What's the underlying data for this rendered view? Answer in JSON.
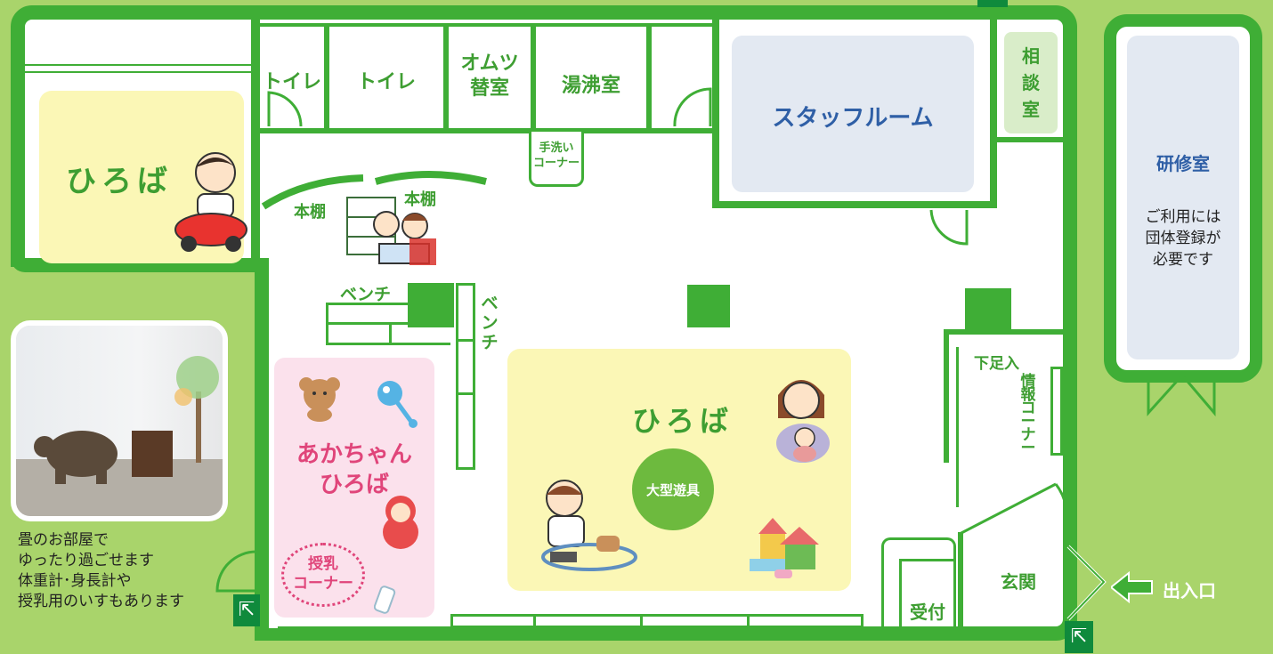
{
  "colors": {
    "background": "#a9d46b",
    "wall": "#3fae36",
    "floor": "#ffffff",
    "play_area": "#fbf7b6",
    "baby_area": "#fbe1ec",
    "staff_room": "#e3e9f2",
    "label_green": "#3e9e32",
    "label_blue": "#2f5fa6",
    "label_pink": "#e0457a"
  },
  "rooms": {
    "toilet_1": "トイレ",
    "toilet_2": "トイレ",
    "diaper_room": "オムツ\n替室",
    "kitchenette": "湯沸室",
    "hand_wash": "手洗い\nコーナー",
    "bookshelf_1": "本棚",
    "bookshelf_2": "本棚",
    "bench_1": "ベンチ",
    "bench_2": "ベンチ",
    "playroom_left": "ひろば",
    "playroom_main": "ひろば",
    "baby_room": "あかちゃん\nひろば",
    "nursing_corner": "授乳\nコーナー",
    "play_equipment": "大型遊具",
    "staff_room": "スタッフルーム",
    "consult_room": "相\n談\n室",
    "training_room": "研修室",
    "training_note": "ご利用には\n団体登録が\n必要です",
    "shoe_box": "下足入",
    "info_corner": "情\n報\nコ\nー\nナ\nー",
    "entrance": "玄関",
    "reception": "受付",
    "exit_label": "出入口"
  },
  "photo_caption": "畳のお部屋で\nゆったり過ごせます\n体重計･身長計や\n授乳用のいすもあります"
}
